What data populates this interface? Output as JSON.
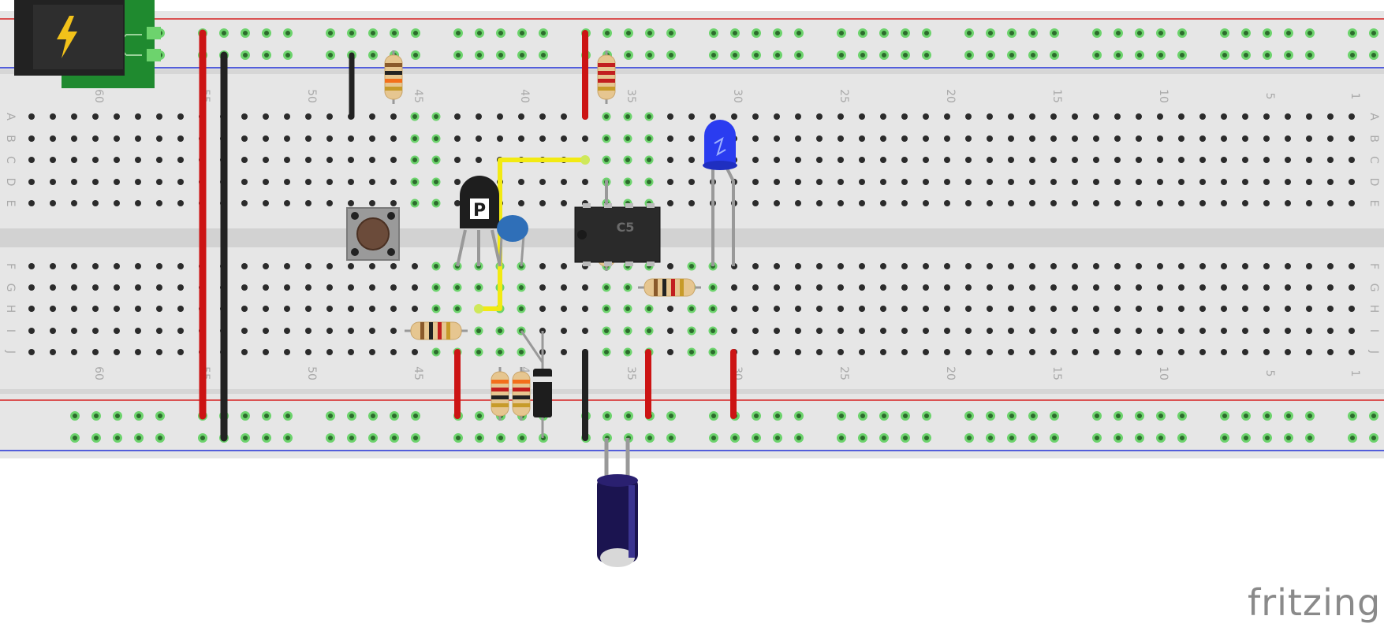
{
  "brand": "fritzing",
  "breadboard": {
    "columns": 63,
    "top_column_labels": [
      "60",
      "55",
      "50",
      "45",
      "40",
      "35",
      "30",
      "25",
      "20",
      "15",
      "10",
      "5",
      "1"
    ],
    "bottom_column_labels": [
      "60",
      "55",
      "50",
      "45",
      "40",
      "35",
      "30",
      "25",
      "20",
      "15",
      "10",
      "5",
      "1"
    ],
    "top_row_labels": [
      "A",
      "B",
      "C",
      "D",
      "E"
    ],
    "bottom_row_labels": [
      "F",
      "G",
      "H",
      "I",
      "J"
    ]
  },
  "components": {
    "transistor_marking": "P",
    "ic_marking": "C5"
  },
  "colors": {
    "board": "#e6e6e6",
    "rail_red": "#d62020",
    "rail_blue": "#2231d6",
    "hole": "#2b2b2b",
    "hole_active": "#6dd36d",
    "wire_red": "#cc1414",
    "wire_black": "#222222",
    "wire_yellow": "#f2ea12",
    "led_blue": "#2a3cf0",
    "cap_blue": "#2f6fb8",
    "electrolytic": "#1b1450",
    "power_jack_board": "#1f8a2f"
  }
}
